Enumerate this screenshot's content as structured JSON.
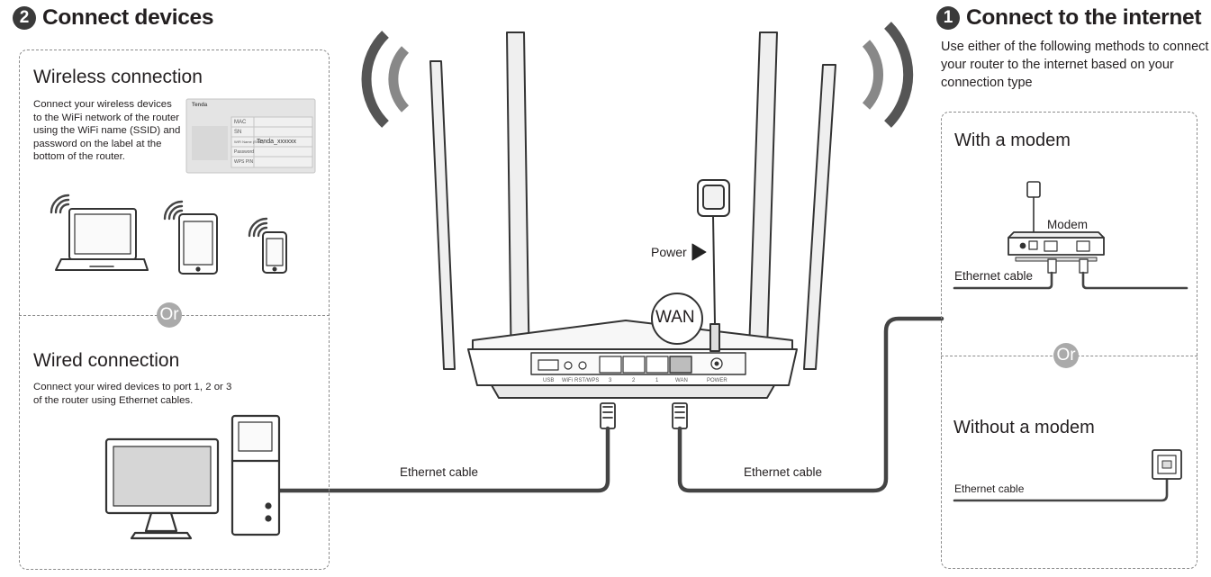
{
  "connect_devices": {
    "number": "2",
    "title": "Connect devices",
    "wireless": {
      "title": "Wireless connection",
      "text": "Connect your wireless devices to the WiFi network of the router using the WiFi name (SSID) and password on the label at the bottom of the router.",
      "label": {
        "brand": "Tenda",
        "rows": [
          "MAC",
          "SN",
          "WiFi Name (SSID)",
          "Password",
          "WPS PIN"
        ],
        "ssid_value": "Tenda_xxxxxx"
      }
    },
    "or_label": "Or",
    "wired": {
      "title": "Wired connection",
      "text": "Connect your wired devices to port 1, 2 or 3 of the router using Ethernet cables."
    }
  },
  "connect_internet": {
    "number": "1",
    "title": "Connect to the internet",
    "intro": "Use either of the following methods to connect your router to the internet based on your connection type",
    "with_modem": {
      "title": "With a modem",
      "modem_label": "Modem",
      "cable_label": "Ethernet cable"
    },
    "or_label": "Or",
    "without_modem": {
      "title": "Without a modem",
      "cable_label": "Ethernet cable"
    }
  },
  "router": {
    "port_labels": [
      "USB",
      "WiFi",
      "RST/WPS",
      "3",
      "2",
      "1",
      "WAN",
      "POWER"
    ],
    "wan_callout": "WAN",
    "power_label": "Power"
  },
  "cables": {
    "left_label": "Ethernet cable",
    "right_label": "Ethernet cable"
  },
  "icons": [
    "wifi-waves-icon",
    "laptop-icon",
    "tablet-icon",
    "smartphone-icon",
    "desktop-monitor-icon",
    "pc-tower-icon",
    "power-adapter-icon",
    "modem-icon",
    "wall-jack-icon",
    "ethernet-plug-icon",
    "arrow-right-icon"
  ]
}
